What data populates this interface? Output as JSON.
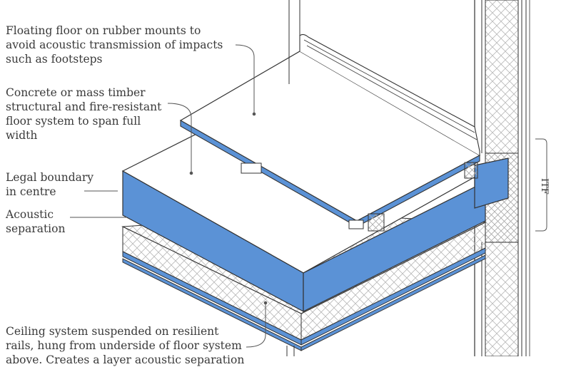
{
  "labels": {
    "floating_floor": "Floating floor on rubber mounts to\navoid acoustic transmission of impacts\nsuch as footsteps",
    "structural_floor": "Concrete or mass timber\nstructural and fire-resistant\nfloor system to span full\nwidth",
    "legal_boundary": "Legal boundary\nin centre",
    "acoustic_separation": "Acoustic\nseparation",
    "ceiling_system": "Ceiling system suspended on resilient\nrails, hung from underside of floor system\nabove. Creates a layer acoustic separation"
  },
  "dimension_label": "ITF",
  "colors": {
    "slab_blue": "#5b92d6",
    "line": "#333333",
    "leader": "#555555",
    "text": "#3a3a3a",
    "background": "#ffffff"
  }
}
